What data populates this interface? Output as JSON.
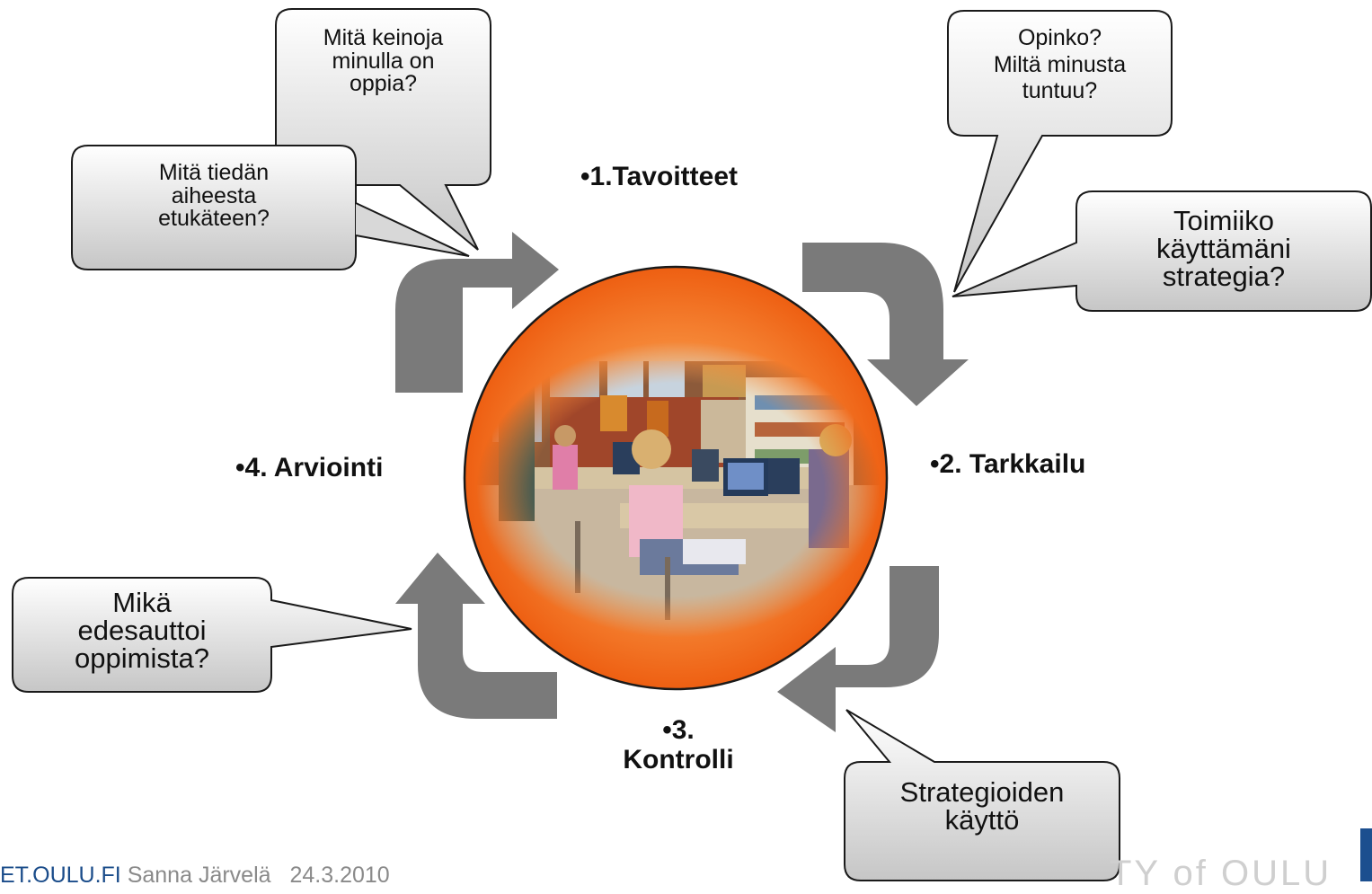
{
  "phases": {
    "p1": "•1.Tavoitteet",
    "p2": "•2. Tarkkailu",
    "p3_line1": "•3.",
    "p3_line2": "Kontrolli",
    "p4": "•4. Arviointi"
  },
  "callouts": {
    "keinoja": [
      "Mitä keinoja",
      "minulla on",
      "oppia?"
    ],
    "tiedan": [
      "Mitä tiedän",
      "aiheesta",
      "etukäteen?"
    ],
    "opinko": [
      "Opinko?",
      "Miltä minusta",
      "tuntuu?"
    ],
    "toimiiko": [
      "Toimiiko",
      "käyttämäni",
      "strategia?"
    ],
    "mika": [
      "Mikä",
      "edesauttoi",
      "oppimista?"
    ],
    "strategioiden": [
      "Strategioiden",
      "käyttö"
    ]
  },
  "footer": {
    "url": "ET.OULU.FI",
    "author": "Sanna Järvelä",
    "date": "24.3.2010",
    "university": "TY of OULU"
  },
  "colors": {
    "arrow": "#7a7a7a",
    "circle": "#f26a1c",
    "callout_top": "#ffffff",
    "callout_bottom": "#c8c8c8",
    "footer_blue": "#1c4f8f"
  }
}
